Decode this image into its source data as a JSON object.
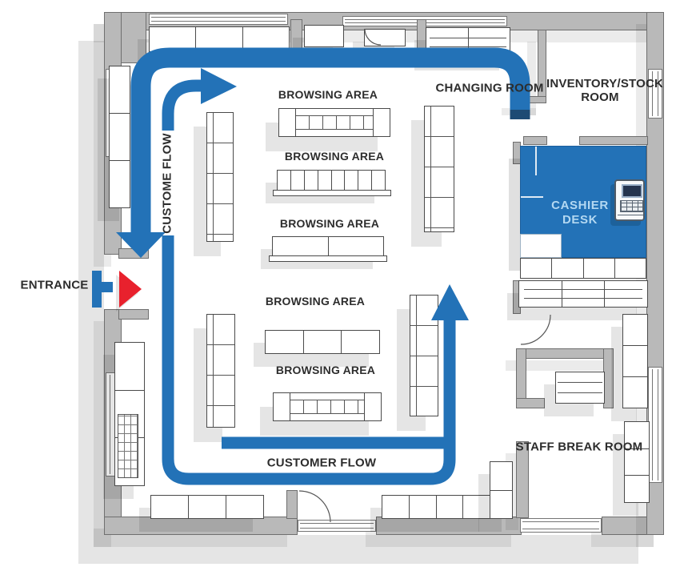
{
  "labels": {
    "entrance": "ENTRANCE",
    "changing_room": "CHANGING ROOM",
    "inventory_room": "INVENTORY/STOCK ROOM",
    "cashier_desk": "CASHIER DESK",
    "staff_break_room": "STAFF BREAK ROOM",
    "customer_flow_vertical": "CUSTOME FLOW",
    "customer_flow_bottom": "CUSTOMER FLOW",
    "browsing_areas": [
      "BROWSING AREA",
      "BROWSING AREA",
      "BROWSING AREA",
      "BROWSING AREA",
      "BROWSING AREA"
    ]
  },
  "icons": {
    "cash_register": "cash-register-icon",
    "entrance_arrow": "entrance-arrow-icon",
    "flow_arrows": "customer-flow-arrows"
  },
  "colors": {
    "flow_blue": "#2372b7",
    "flow_blue_dark_cap": "#1d4b74",
    "entrance_red": "#e8212d",
    "wall_gray": "#b9b9b9",
    "cashier_desk_fill": "#2372b7",
    "cashier_text": "#b3d8f2",
    "label_text": "#2d2d2d",
    "fixture_fill": "#ffffff"
  }
}
